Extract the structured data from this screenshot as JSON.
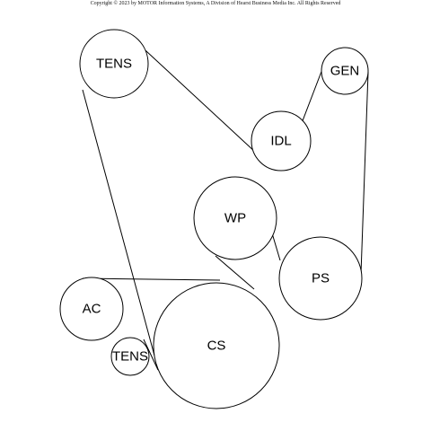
{
  "copyright": "Copyright © 2023 by MOTOR Information Systems, A Division of Hearst Business Media Inc. All Rights Reserved",
  "pulleys": {
    "tens_top": "TENS",
    "gen": "GEN",
    "idl": "IDL",
    "wp": "WP",
    "ps": "PS",
    "ac": "AC",
    "cs": "CS",
    "tens_bottom": "TENS"
  }
}
